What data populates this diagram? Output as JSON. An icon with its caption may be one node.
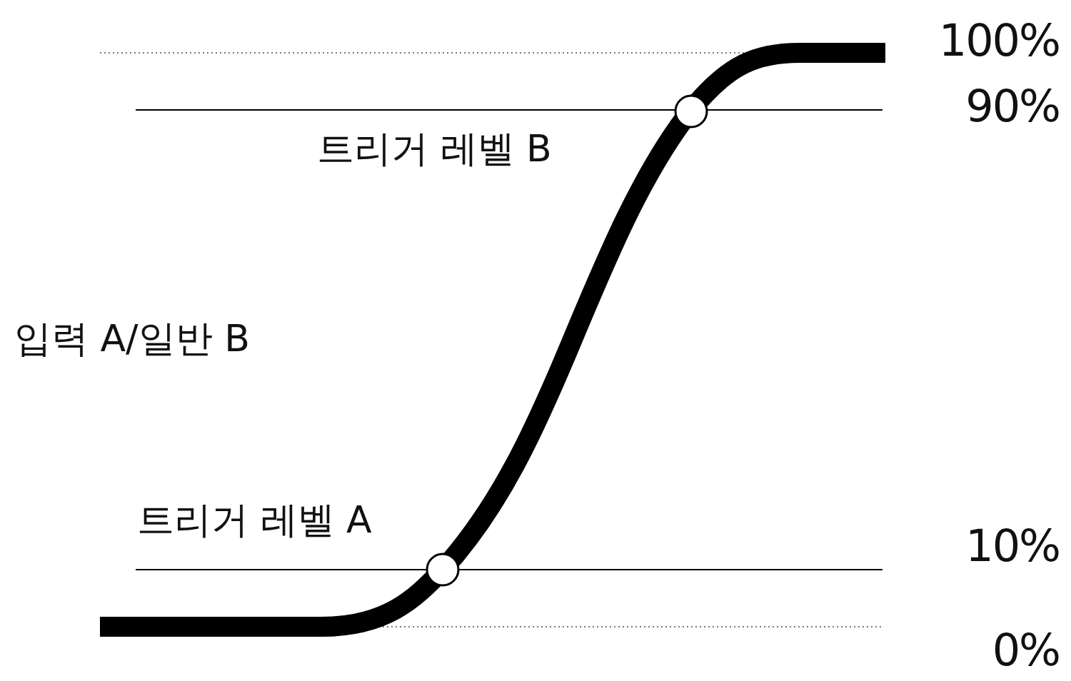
{
  "diagram": {
    "labels": [
      "100%",
      "트리거 레벨 B",
      "90%",
      "입력 A/일반 B",
      "트리거 레벨 A",
      "10%",
      "0%"
    ]
  }
}
